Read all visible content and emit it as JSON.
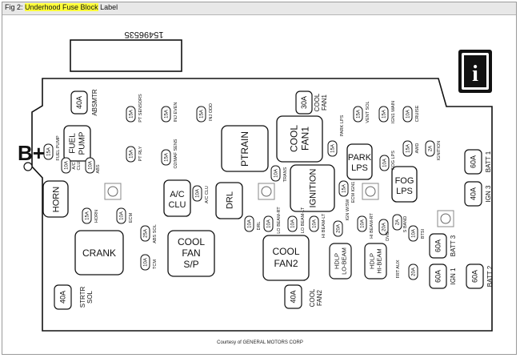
{
  "caption": {
    "prefix": "Fig 2: ",
    "highlight": "Underhood Fuse Block",
    "suffix": " Label"
  },
  "part_number": "15496535",
  "credit": "Courtesy of GENERAL MOTORS CORP",
  "labels": {
    "b_plus": "B+",
    "horn_relay": "HORN",
    "crank_relay": "CRANK",
    "ac_clu_relay_1": "A/C",
    "ac_clu_relay_2": "CLU",
    "cool_fan_sp_1": "COOL",
    "cool_fan_sp_2": "FAN",
    "cool_fan_sp_3": "S/P",
    "fuel_pump_1": "FUEL",
    "fuel_pump_2": "PUMP",
    "ptrain": "PTRAIN",
    "drl": "DRL",
    "cool_fan1_1": "COOL",
    "cool_fan1_2": "FAN1",
    "cool_fan2_1": "COOL",
    "cool_fan2_2": "FAN2",
    "ignition": "IGNITION",
    "park_lps_1": "PARK",
    "park_lps_2": "LPS",
    "fog_lps_1": "FOG",
    "fog_lps_2": "LPS",
    "hdlp_lo_1": "HDLP",
    "hdlp_lo_2": "LO-BEAM",
    "hdlp_hi_1": "HDLP",
    "hdlp_hi_2": "HI-BEAM",
    "f_40a_absmtr": "40A",
    "absmtr": "ABSMTR",
    "f_30a_cool_fan1": "30A",
    "cool_fan1_lbl_1": "COOL",
    "cool_fan1_lbl_2": "FAN1",
    "f_40a_strtr": "40A",
    "strtr_sol_1": "STRTR",
    "strtr_sol_2": "SOL",
    "f_40a_cool_fan2": "40A",
    "cool_fan2_lbl_1": "COOL",
    "cool_fan2_lbl_2": "FAN2",
    "f_60a_batt1": "60A",
    "batt1": "BATT 1",
    "f_40a_ign3": "40A",
    "ign3": "IGN 3",
    "f_60a_batt3": "60A",
    "batt3": "BATT 3",
    "f_60a_ign1": "60A",
    "ign1": "IGN 1",
    "f_60a_batt2": "60A",
    "batt2": "BATT 2",
    "f15_fuel_pump": "15A",
    "fuel_pump_lbl": "FUEL PUMP",
    "f10_ac_clu": "10A",
    "ac_clu_lbl_1": "A/C",
    "ac_clu_lbl_2": "CLU",
    "f10_abs": "10A",
    "abs_lbl": "ABS",
    "f15_pt_sensors": "15A",
    "pt_sensors": "PT SENSORS",
    "f15_inj_even": "15A",
    "inj_even": "INJ EVEN",
    "f15_inj_odd": "15A",
    "inj_odd": "INJ ODD",
    "f15_pt_rly": "15A",
    "pt_rly": "PT RLY",
    "f15_o2_maf": "15A",
    "o2_maf": "O2/MAF SENS",
    "f10_trans": "10A",
    "trans": "TRANS",
    "f15_vent_sol": "15A",
    "vent_sol": "VENT SOL",
    "f15_ign1_main": "15A",
    "ign1_main": "IGN1 MAIN",
    "f10_cruise": "10A",
    "cruise": "CRUISE",
    "f15_park_lps": "15A",
    "park_lps_lbl": "PARK LPS",
    "f10_fog_lps": "10A",
    "fog_lps_lbl": "FOG LPS",
    "f15_awd": "15A",
    "awd": "AWD",
    "f2_ignition": "2A",
    "ignition_lbl": "IGNITION",
    "f15_horn": "15A",
    "horn_lbl": "HORN",
    "f10_ecm": "10A",
    "ecm": "ECM",
    "f25_abs_sol": "25A",
    "abs_sol": "ABS SOL",
    "f10_tcm": "10A",
    "tcm": "TCM",
    "f10_drl": "10A",
    "drl_lbl": "DRL",
    "f10_lo_beam_rt": "10A",
    "lo_beam_rt": "LO BEAM-RT",
    "f10_lo_beam_lt": "10A",
    "lo_beam_lt": "LO BEAM-LT",
    "f10_ac_clu2": "10A",
    "ac_clu2": "A/C CLU",
    "f15_ecm_ign1": "15A",
    "ecm_ign1": "ECM IGN1",
    "f10_hi_beam_lt": "10A",
    "hi_beam_lt": "HI BEAM-LT",
    "f10_hi_beam_rt": "10A",
    "hi_beam_rt": "HI BEAM-RT",
    "f20_ign_wsw": "20A",
    "ign_wsw": "IGN W/SW",
    "f20_dvd": "20A",
    "dvd": "DVD",
    "f2_s_band": "2A",
    "s_band": "S BAND",
    "f10_btsi": "10A",
    "btsi": "BTSI",
    "f20_frt_aux": "20A",
    "frt_aux": "FRT AUX",
    "i_symbol": "i"
  }
}
